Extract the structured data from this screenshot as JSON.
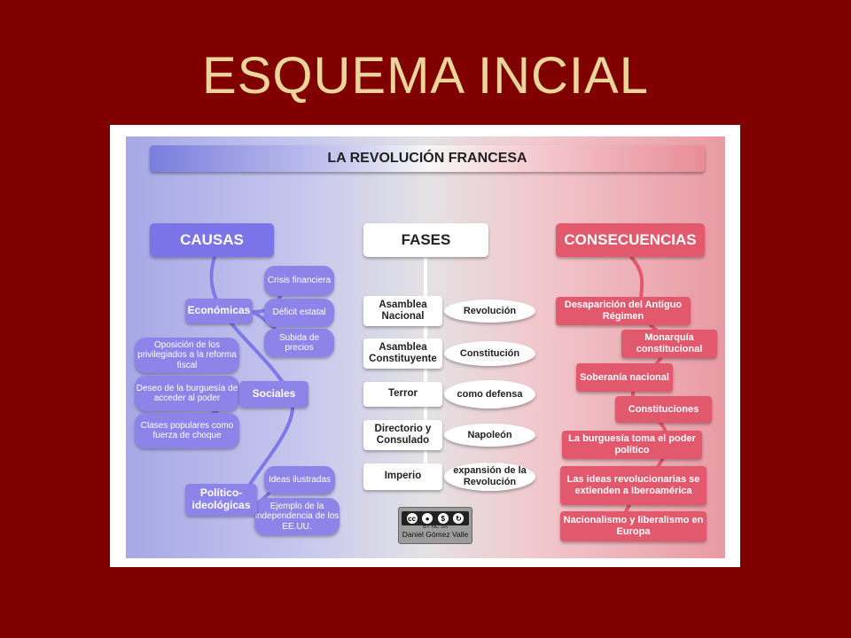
{
  "slide": {
    "title": "ESQUEMA INCIAL"
  },
  "map": {
    "title": "LA REVOLUCIÓN FRANCESA",
    "causas": {
      "header": "CAUSAS",
      "economicas": {
        "label": "Económicas",
        "items": [
          "Crisis financiera",
          "Déficit estatal",
          "Subida de precios"
        ]
      },
      "sociales": {
        "label": "Sociales",
        "items": [
          "Oposición de los privilegiados a la reforma fiscal",
          "Deseo de la burguesía de acceder al poder",
          "Clases populares como fuerza de choque"
        ]
      },
      "politico": {
        "label": "Político-ideológicas",
        "items": [
          "Ideas ilustradas",
          "Ejemplo de la independencia de los EE.UU."
        ]
      }
    },
    "fases": {
      "header": "FASES",
      "items": [
        {
          "phase": "Asamblea Nacional",
          "note": "Revolución"
        },
        {
          "phase": "Asamblea Constituyente",
          "note": "Constitución"
        },
        {
          "phase": "Terror",
          "note": "como defensa"
        },
        {
          "phase": "Directorio y Consulado",
          "note": "Napoleón"
        },
        {
          "phase": "Imperio",
          "note": "expansión de la Revolución"
        }
      ]
    },
    "consecuencias": {
      "header": "CONSECUENCIAS",
      "items": [
        "Desaparición del Antiguo Régimen",
        "Monarquía constitucional",
        "Soberanía nacional",
        "Constituciones",
        "La burguesía toma el poder político",
        "Las ideas revolucionarias se extienden a Iberoamérica",
        "Nacionalismo y liberalismo en Europa"
      ]
    },
    "license": {
      "badge_text": "BY NC SA",
      "author": "Daniel Gómez Valle"
    }
  }
}
